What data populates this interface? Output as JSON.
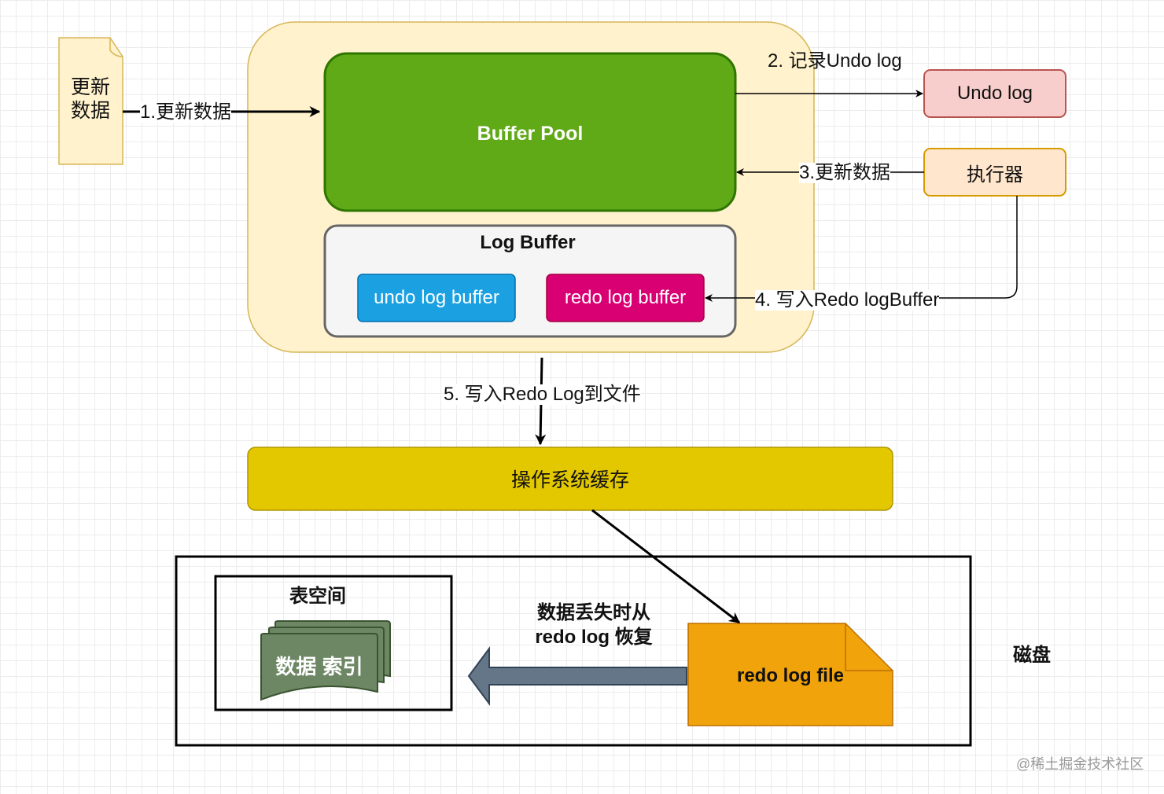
{
  "note": {
    "text": "更新\n数据"
  },
  "buffer_pool": {
    "label": "Buffer Pool"
  },
  "log_buffer": {
    "title": "Log Buffer",
    "undo_label": "undo log buffer",
    "redo_label": "redo log buffer"
  },
  "undo_log": {
    "label": "Undo log"
  },
  "executor": {
    "label": "执行器"
  },
  "edges": {
    "e1": "1.更新数据",
    "e2": "2. 记录Undo log",
    "e3": "3.更新数据",
    "e4": "4. 写入Redo logBuffer",
    "e5": "5. 写入Redo Log到文件"
  },
  "os_cache": {
    "label": "操作系统缓存"
  },
  "disk": {
    "label": "磁盘",
    "tablespace_title": "表空间",
    "tablespace_doc": "数据 索引",
    "recover_text": "数据丢失时从\nredo log 恢复",
    "redo_file_label": "redo log file"
  },
  "watermark": {
    "text": "@稀土掘金技术社区"
  },
  "colors": {
    "container_fill": "#fff2cc",
    "container_stroke": "#d6b656",
    "buffer_pool_fill": "#60a917",
    "buffer_pool_stroke": "#2d7600",
    "undo_buf_fill": "#1ba1e2",
    "redo_buf_fill": "#d80073",
    "undo_log_fill": "#f8cecc",
    "undo_log_stroke": "#b85450",
    "executor_fill": "#ffe6cc",
    "executor_stroke": "#d79b00",
    "os_cache_fill": "#e3c800",
    "redo_file_fill": "#f0a30a",
    "doc_stack_fill": "#6d8764",
    "big_arrow_fill": "#647687"
  }
}
